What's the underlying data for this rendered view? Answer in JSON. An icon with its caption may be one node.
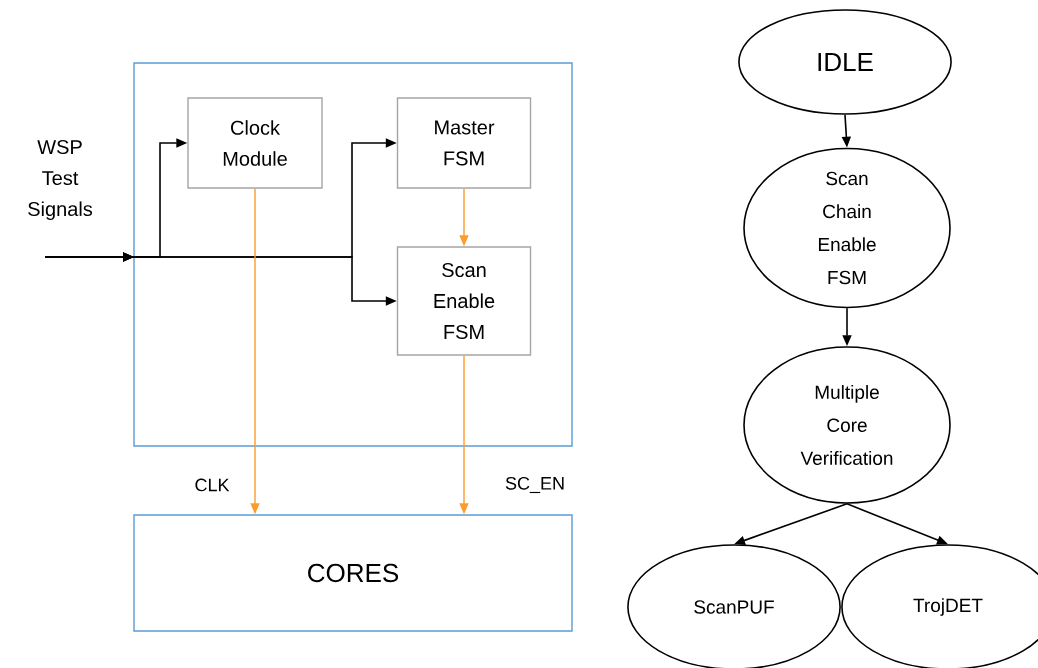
{
  "diagram": {
    "nodes": [
      {
        "text": [],
        "shape": "box"
      },
      {
        "text": [
          "Clock Module"
        ],
        "in": 0
      },
      {
        "text": [
          "Master FSM"
        ],
        "in": 0
      },
      {
        "text": [
          "Scan Enable FSM"
        ],
        "in": 0
      },
      {
        "text": [
          "CORES"
        ]
      },
      {
        "text": [
          "IDLE"
        ]
      },
      {
        "text": [
          "Scan Chain Enable FSM"
        ]
      },
      {
        "text": [
          "Multiple Core Verification"
        ]
      },
      {
        "text": [
          "ScanPUF"
        ]
      },
      {
        "text": [
          "TrojDET"
        ]
      }
    ],
    "edges": [
      {
        "from": null,
        "to": 1,
        "arrow": "to"
      },
      {
        "from": null,
        "to": 2,
        "arrow": "to"
      },
      {
        "from": null,
        "to": 3,
        "arrow": "to"
      },
      {
        "from": 1,
        "to": 4,
        "arrow": "to",
        "label": "CLK",
        "color": "#ed7d31"
      },
      {
        "from": 2,
        "to": 3,
        "arrow": "to",
        "color": "#ed7d31"
      },
      {
        "from": 3,
        "to": 4,
        "arrow": "to",
        "label": "SC_EN",
        "color": "#ed7d31"
      },
      {
        "from": 5,
        "to": 6,
        "arrow": "to"
      },
      {
        "from": 6,
        "to": 7,
        "arrow": "to"
      },
      {
        "from": 7,
        "to": 8,
        "arrow": "to"
      },
      {
        "from": 7,
        "to": 9,
        "arrow": "to"
      }
    ],
    "labels": [
      "WSP Test Signals"
    ]
  }
}
